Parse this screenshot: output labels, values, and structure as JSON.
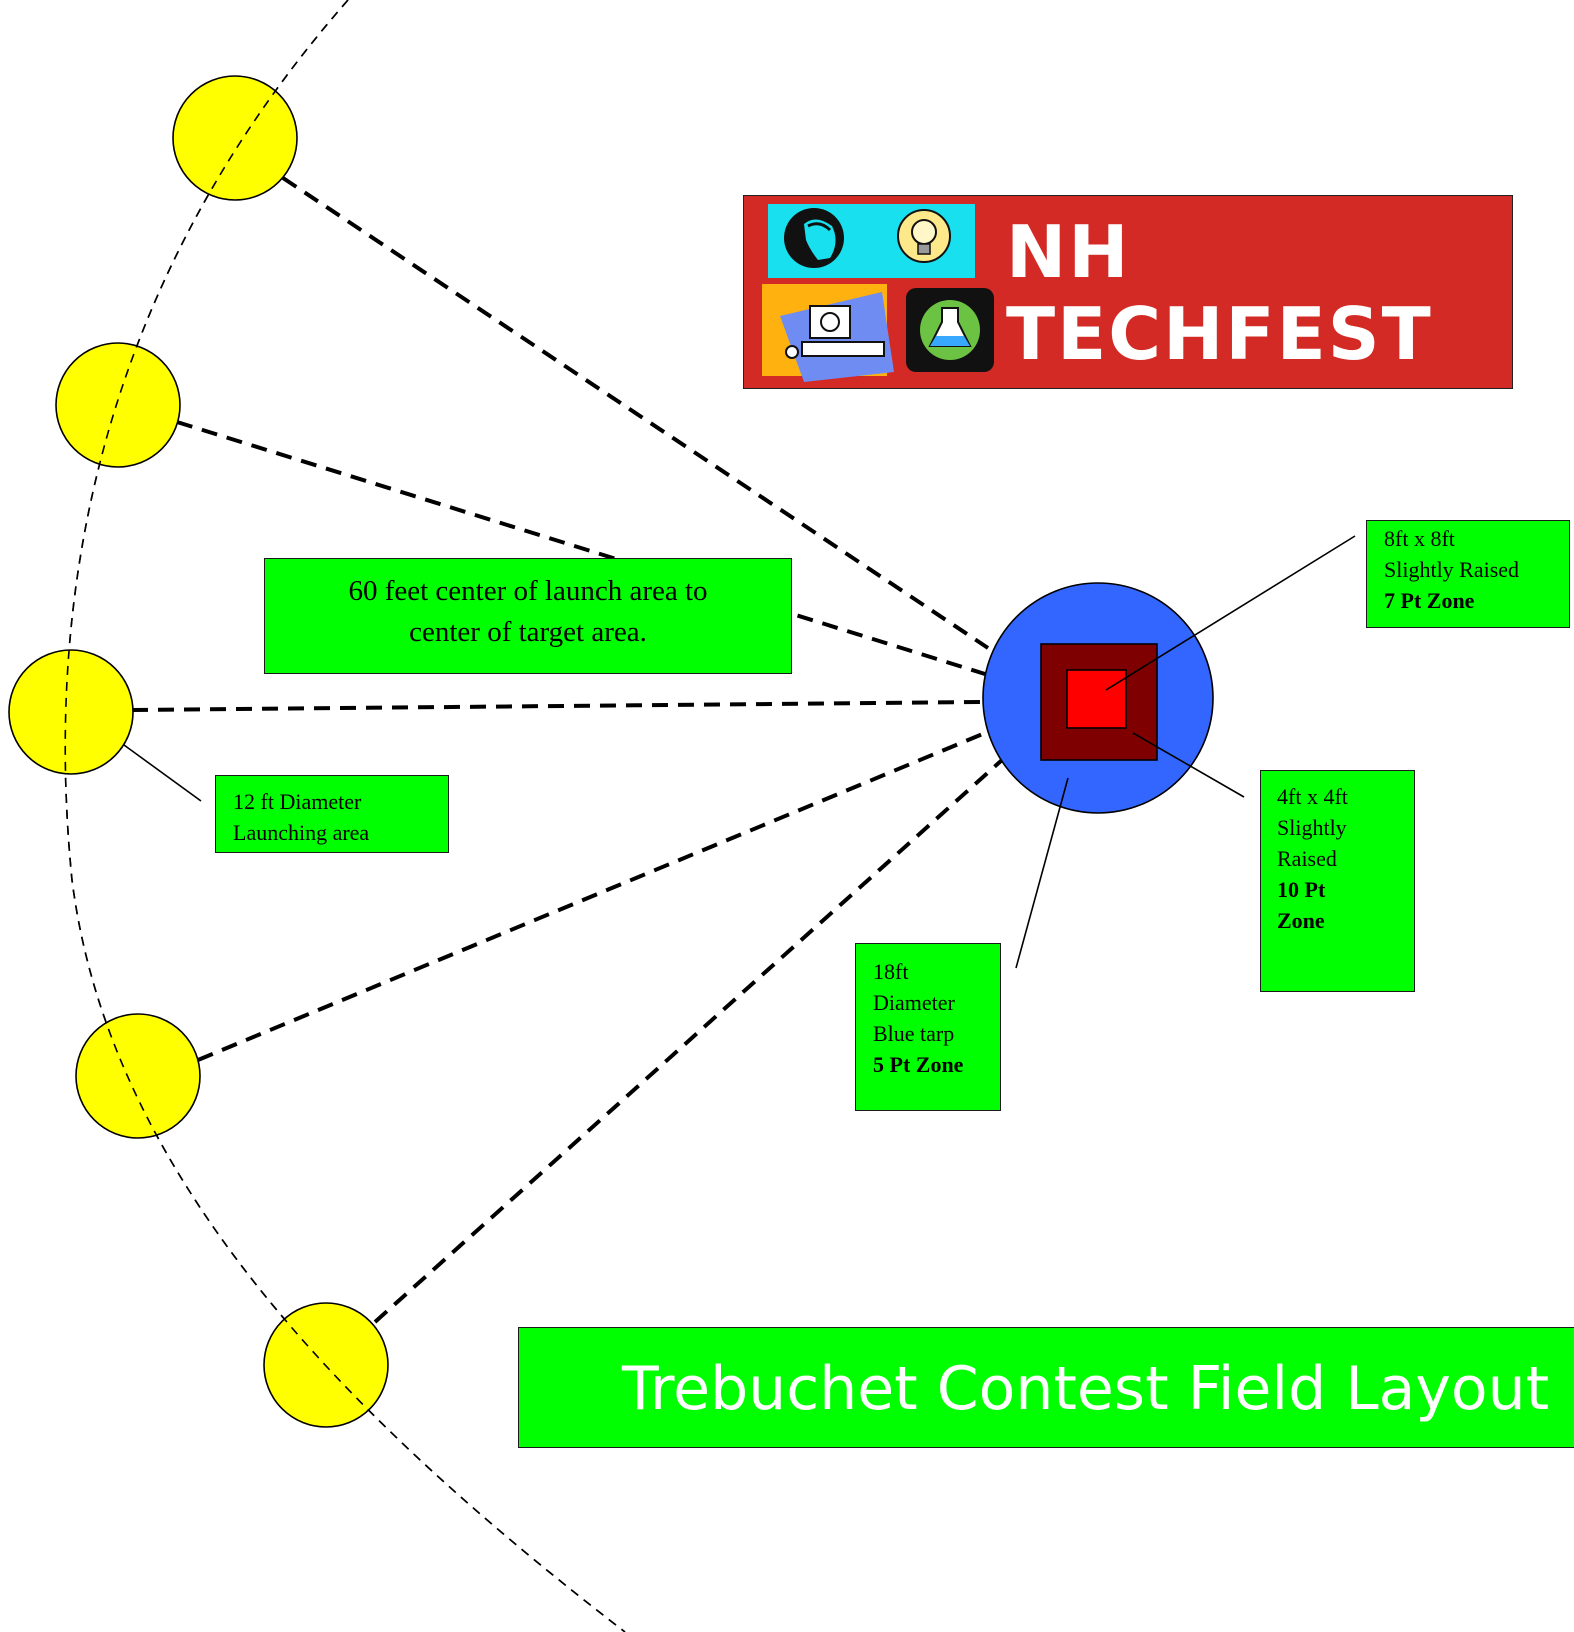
{
  "diagram": {
    "labels": {
      "distance": [
        "60 feet center of launch area to",
        "center of target area."
      ],
      "launch_area": [
        "12 ft Diameter",
        "Launching area"
      ],
      "zone_8ft": {
        "lines": [
          "8ft x 8ft",
          "Slightly Raised"
        ],
        "points": "7 Pt Zone"
      },
      "zone_4ft": {
        "lines": [
          "4ft x 4ft",
          "Slightly",
          "Raised"
        ],
        "points": [
          "10 Pt",
          "Zone"
        ]
      },
      "tarp": {
        "lines": [
          "18ft",
          "Diameter",
          "Blue tarp"
        ],
        "points": "5 Pt Zone"
      },
      "title": "Trebuchet Contest Field Layout"
    },
    "logo": {
      "line1": "NH",
      "line2": "TECHFEST"
    },
    "launch_positions": 5,
    "colors": {
      "launch_circle": "#ffff00",
      "target_tarp": "#3366ff",
      "zone_8ft": "#7f0000",
      "zone_4ft": "#ff0000",
      "label_box": "#00ff00",
      "logo_background": "#d42a25",
      "title_text": "#ffffff"
    }
  }
}
